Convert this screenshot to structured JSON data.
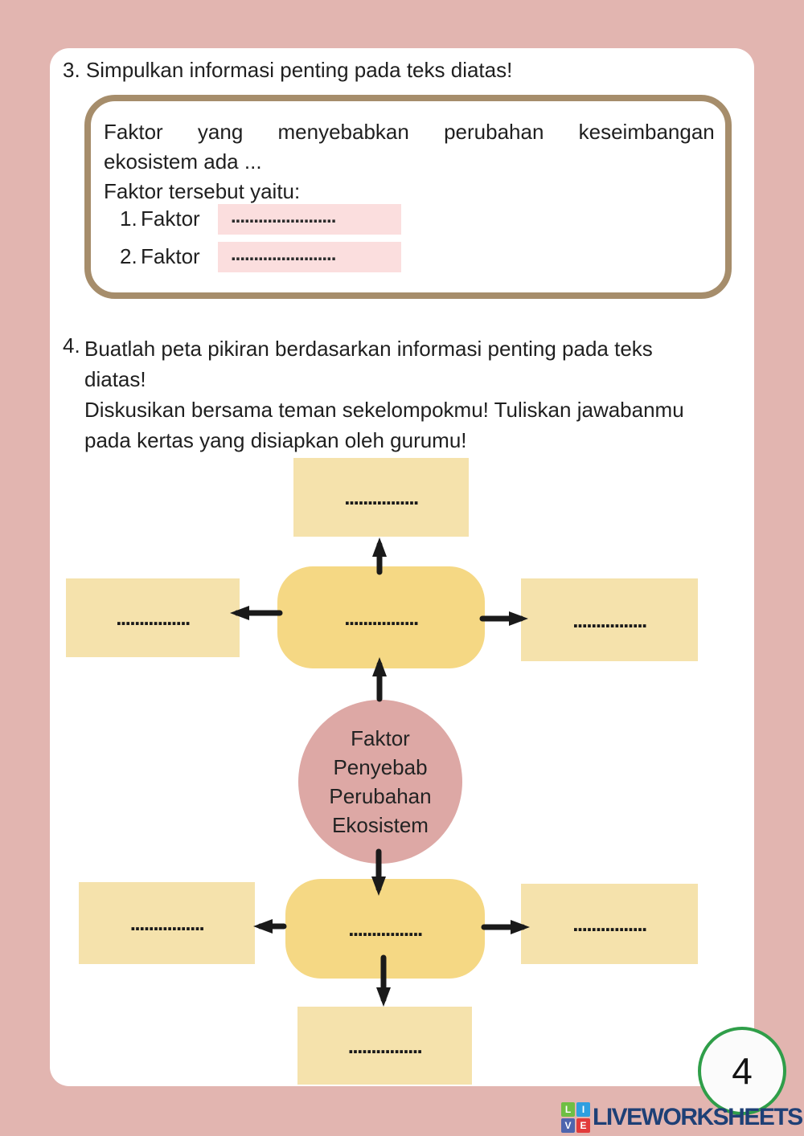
{
  "question3": {
    "number": "3.",
    "title": "Simpulkan informasi penting pada teks diatas!",
    "box": {
      "line1": "Faktor yang menyebabkan perubahan keseimbangan",
      "line2": "ekosistem ada ...",
      "line3": "Faktor tersebut yaitu:",
      "items": [
        {
          "number": "1.",
          "label": "Faktor",
          "answer_dots": "......................."
        },
        {
          "number": "2.",
          "label": "Faktor",
          "answer_dots": "......................."
        }
      ]
    }
  },
  "question4": {
    "number": "4.",
    "lines": [
      "Buatlah peta pikiran berdasarkan informasi penting pada teks",
      "diatas!",
      "Diskusikan bersama teman sekelompokmu! Tuliskan jawabanmu",
      "pada kertas yang disiapkan oleh gurumu!"
    ]
  },
  "mindmap": {
    "center_lines": [
      "Faktor",
      "Penyebab",
      "Perubahan",
      "Ekosistem"
    ],
    "nodes": {
      "top": "................",
      "mid_left": "................",
      "mid_center": "................",
      "mid_right": "................",
      "low_left": "................",
      "low_center": "................",
      "low_right": "................",
      "bottom": "................"
    }
  },
  "footer": {
    "page_number": "4",
    "brand": "LIVEWORKSHEETS",
    "tiles": [
      {
        "letter": "L",
        "color": "#6FBF44"
      },
      {
        "letter": "I",
        "color": "#2F9FE0"
      },
      {
        "letter": "V",
        "color": "#4E65AE"
      },
      {
        "letter": "E",
        "color": "#E23B3B"
      }
    ]
  },
  "colors": {
    "page_background": "#E2B5B0",
    "card_background": "#FFFFFF",
    "box_border_brown": "#A68D6B",
    "answer_field_pink": "#FBDEDE",
    "map_box_yellow_light": "#F5E2AC",
    "map_box_yellow_dark": "#F5D884",
    "center_circle_pink": "#DDA8A5",
    "arrow_black": "#1A1A1A",
    "page_circle_border_green": "#2F9E49",
    "brand_navy": "#1E4076"
  }
}
